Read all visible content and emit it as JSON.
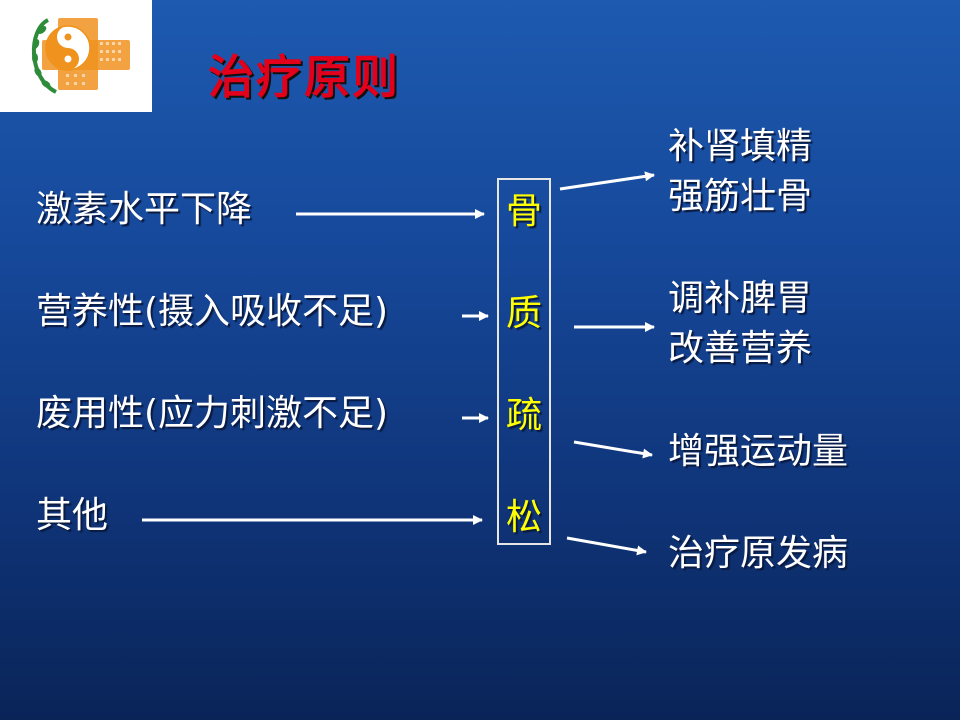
{
  "title": "治疗原则",
  "causes": [
    "激素水平下降",
    "营养性(摄入吸收不足)",
    "废用性(应力刺激不足)",
    "其他"
  ],
  "center": [
    "骨",
    "质",
    "疏",
    "松"
  ],
  "results": [
    {
      "line1": "补肾填精",
      "line2": "强筋壮骨"
    },
    {
      "line1": "调补脾胃",
      "line2": "改善营养"
    },
    {
      "line1": "增强运动量",
      "line2": ""
    },
    {
      "line1": "治疗原发病",
      "line2": ""
    }
  ],
  "colors": {
    "title": "#e3001b",
    "center_text": "#ffff00",
    "text": "#ffffff",
    "background": "#16489a"
  },
  "icons": {
    "logo": "yin-yang-cross-logo"
  }
}
